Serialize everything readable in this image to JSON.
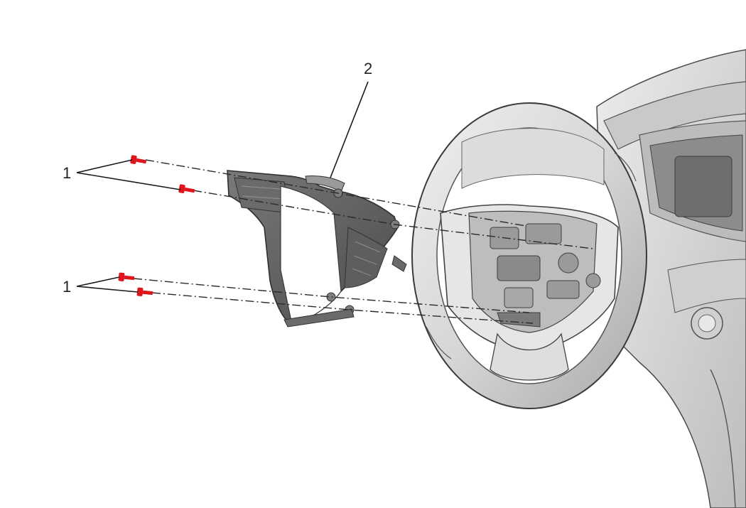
{
  "callouts": {
    "fasteners_upper": "1",
    "fasteners_lower": "1",
    "switch_bezel": "2"
  },
  "colors": {
    "fastener": "#e0141c",
    "part_dark": "#5a5a5a",
    "part_mid": "#8a8a8a",
    "part_light": "#d9d9d9",
    "outline": "#3a3a3a"
  },
  "icons": {
    "fastener": "screw-icon",
    "part": "steering-wheel-switch-bezel",
    "assembly": "steering-wheel-and-dashboard"
  }
}
